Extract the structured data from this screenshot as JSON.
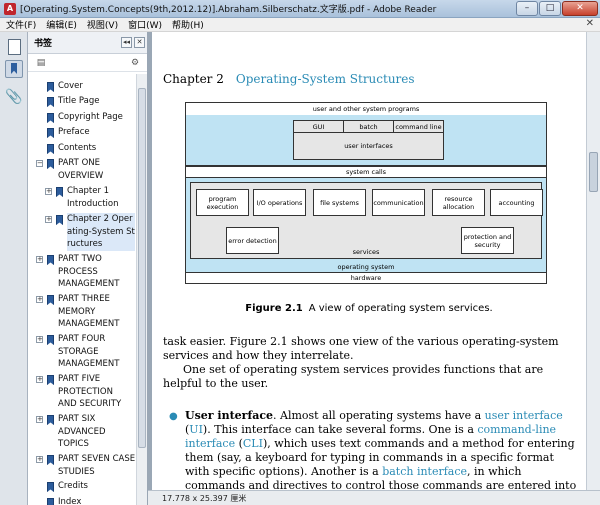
{
  "window": {
    "title": "[Operating.System.Concepts(9th,2012.12)].Abraham.Silberschatz.文字版.pdf - Adobe Reader",
    "buttons": {
      "minimize": "–",
      "maximize": "□",
      "close": "✕"
    }
  },
  "menu": {
    "items": [
      "文件(F)",
      "编辑(E)",
      "视图(V)",
      "窗口(W)",
      "帮助(H)"
    ],
    "close": "✕"
  },
  "bookmarks": {
    "title": "书签",
    "header_buttons": [
      "◂◂",
      "✕"
    ],
    "tools": [
      "▤",
      "⚙"
    ],
    "items": [
      {
        "label": "Cover",
        "level": 0,
        "expander": ""
      },
      {
        "label": "Title Page",
        "level": 0,
        "expander": ""
      },
      {
        "label": "Copyright Page",
        "level": 0,
        "expander": ""
      },
      {
        "label": "Preface",
        "level": 0,
        "expander": ""
      },
      {
        "label": "Contents",
        "level": 0,
        "expander": ""
      },
      {
        "label": "PART ONE OVERVIEW",
        "level": 0,
        "expander": "−"
      },
      {
        "label": "Chapter 1 Introduction",
        "level": 1,
        "expander": "+"
      },
      {
        "label": "Chapter 2 Operating-System Structures",
        "level": 1,
        "expander": "+"
      },
      {
        "label": "PART TWO PROCESS MANAGEMENT",
        "level": 0,
        "expander": "+"
      },
      {
        "label": "PART THREE MEMORY MANAGEMENT",
        "level": 0,
        "expander": "+"
      },
      {
        "label": "PART FOUR STORAGE MANAGEMENT",
        "level": 0,
        "expander": "+"
      },
      {
        "label": "PART FIVE PROTECTION AND SECURITY",
        "level": 0,
        "expander": "+"
      },
      {
        "label": "PART SIX ADVANCED TOPICS",
        "level": 0,
        "expander": "+"
      },
      {
        "label": "PART SEVEN CASE STUDIES",
        "level": 0,
        "expander": "+"
      },
      {
        "label": "Credits",
        "level": 0,
        "expander": ""
      },
      {
        "label": "Index",
        "level": 0,
        "expander": ""
      }
    ]
  },
  "page": {
    "chapter_num": "Chapter 2",
    "chapter_title": "Operating-System Structures",
    "diagram": {
      "top": "user and other system programs",
      "gui": "GUI",
      "batch": "batch",
      "command_line": "command line",
      "user_interfaces": "user interfaces",
      "system_calls": "system calls",
      "services": [
        "program execution",
        "I/O operations",
        "file systems",
        "communication",
        "resource allocation",
        "accounting"
      ],
      "error_detection": "error detection",
      "protection": "protection and security",
      "services_label": "services",
      "os": "operating system",
      "hardware": "hardware"
    },
    "caption_num": "Figure 2.1",
    "caption_text": "A view of operating system services.",
    "p1": "task easier. Figure 2.1 shows one view of the various operating-system services and how they interrelate.",
    "p2": "One set of operating system services provides functions that are helpful to the user.",
    "p3": {
      "term": "User interface",
      "t1": ". Almost all operating systems have a ",
      "k1": "user interface",
      "t2": " (",
      "k2": "UI",
      "t3": "). This interface can take several forms. One is a ",
      "k3": "command-line interface",
      "t4": " (",
      "k4": "CLI",
      "t5": "), which uses text commands and a method for entering them (say, a keyboard for typing in commands in a specific format with specific options). Another is a ",
      "k5": "batch interface",
      "t6": ", in which commands and directives to control those commands are entered into files, and those files are executed."
    }
  },
  "status": {
    "size": "17.778 x 25.397 厘米"
  }
}
